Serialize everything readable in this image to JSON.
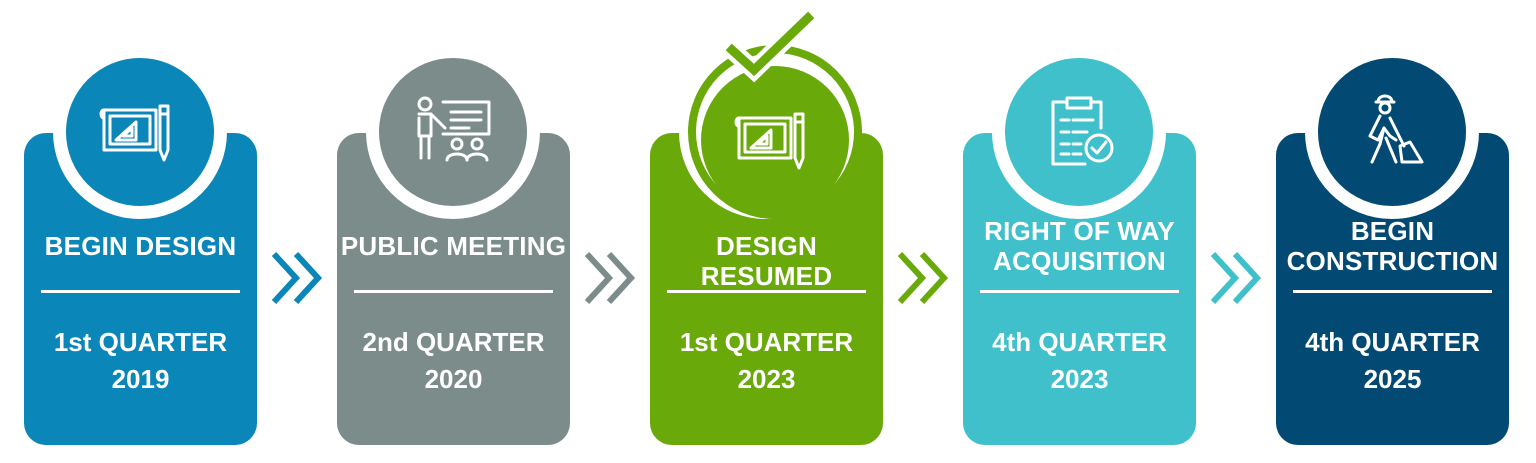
{
  "colors": {
    "step1": "#0a86b8",
    "step2": "#7b8c8a",
    "step3": "#6aa90a",
    "step4": "#3fc0cb",
    "step5": "#024a73",
    "arrow1": "#0a86b8",
    "arrow2": "#7b8c8a",
    "arrow3": "#6aa90a",
    "arrow4": "#3fc0cb"
  },
  "steps": [
    {
      "title": "BEGIN DESIGN",
      "date": "1st QUARTER\n2019",
      "icon": "blueprint-icon"
    },
    {
      "title": "PUBLIC MEETING",
      "date": "2nd QUARTER\n2020",
      "icon": "presentation-icon"
    },
    {
      "title": "DESIGN RESUMED",
      "date": "1st QUARTER\n2023",
      "icon": "blueprint-icon",
      "completed": true
    },
    {
      "title": "RIGHT OF WAY\nACQUISITION",
      "date": "4th QUARTER\n2023",
      "icon": "clipboard-check-icon"
    },
    {
      "title": "BEGIN\nCONSTRUCTION",
      "date": "4th QUARTER\n2025",
      "icon": "construction-worker-icon"
    }
  ]
}
